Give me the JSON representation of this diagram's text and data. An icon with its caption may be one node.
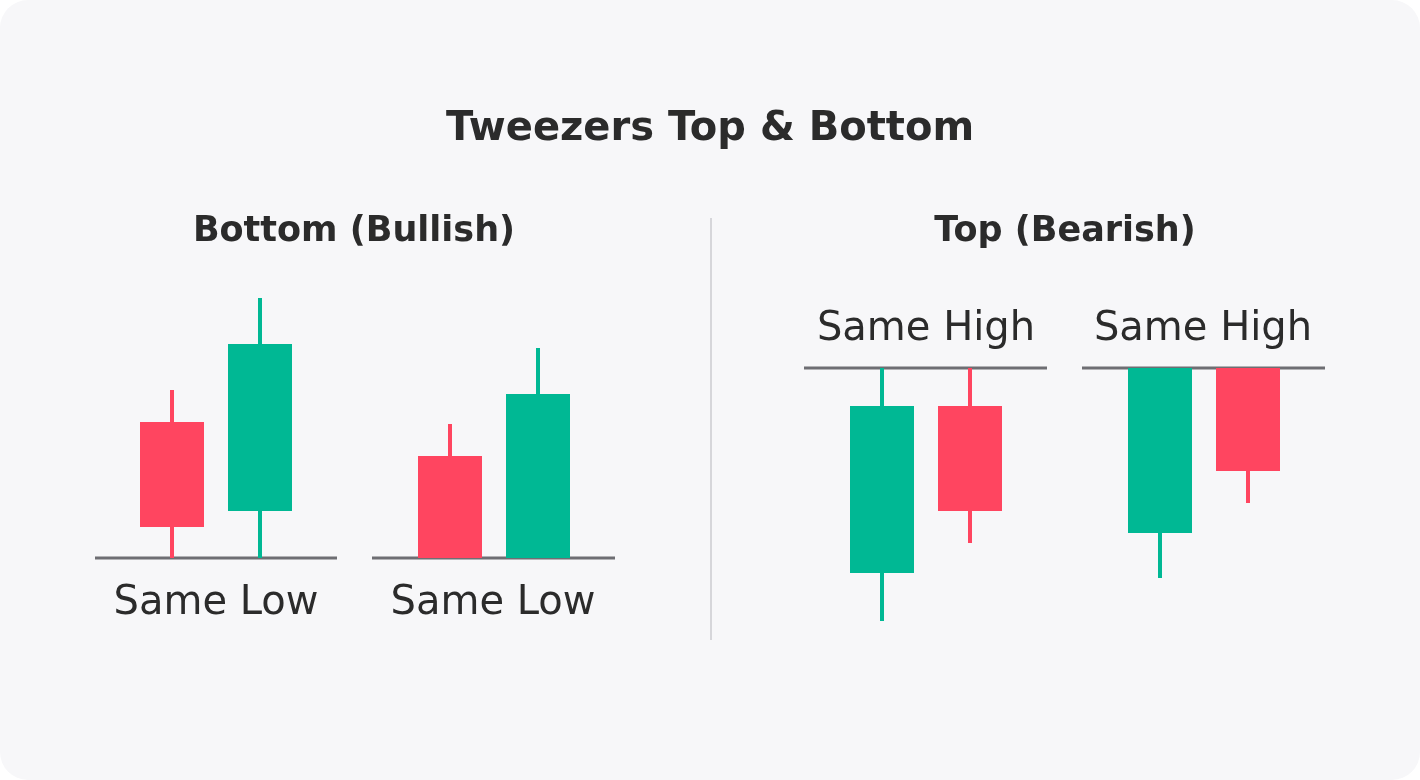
{
  "diagram": {
    "title": "Tweezers Top & Bottom",
    "labels": [
      "Bottom (Bullish)",
      "Top (Bearish)",
      "Same High",
      "Same High",
      "Same Low",
      "Same Low"
    ]
  }
}
